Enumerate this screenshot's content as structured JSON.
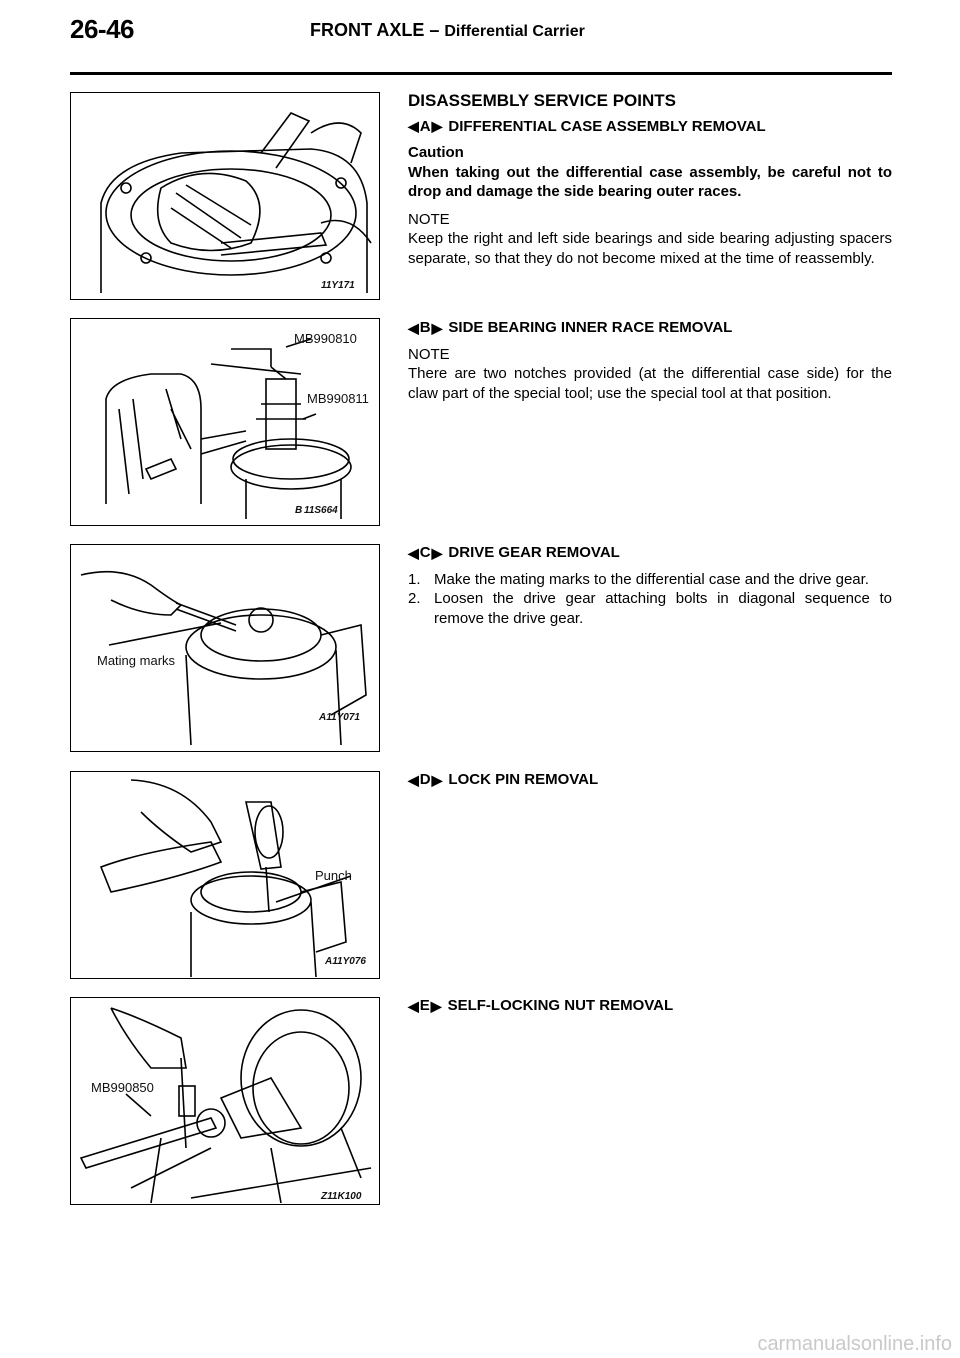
{
  "header": {
    "page_number": "26-46",
    "title": "FRONT AXLE",
    "dash": "–",
    "subtitle": "Differential Carrier"
  },
  "section_heading": "DISASSEMBLY SERVICE POINTS",
  "points": [
    {
      "letter": "A",
      "title": "DIFFERENTIAL CASE ASSEMBLY REMOVAL",
      "caution_label": "Caution",
      "caution_text": "When taking out the differential case assembly, be careful not to drop and damage the side bearing outer races.",
      "note_label": "NOTE",
      "note_text": "Keep the right and left side bearings and side bearing adjusting spacers separate, so that they do not become mixed at the time of reassembly."
    },
    {
      "letter": "B",
      "title": "SIDE BEARING INNER RACE REMOVAL",
      "note_label": "NOTE",
      "note_text": "There are two notches provided (at the differential case side) for the claw part of the special tool; use the special tool at that position."
    },
    {
      "letter": "C",
      "title": "DRIVE GEAR REMOVAL",
      "steps": [
        {
          "num": "1.",
          "text": "Make the mating marks to the differential case and the drive gear."
        },
        {
          "num": "2.",
          "text": "Loosen the drive gear attaching bolts in diagonal sequence to remove the drive gear."
        }
      ]
    },
    {
      "letter": "D",
      "title": "LOCK PIN REMOVAL"
    },
    {
      "letter": "E",
      "title": "SELF-LOCKING NUT REMOVAL"
    }
  ],
  "figures": [
    {
      "code": "11Y171",
      "labels": []
    },
    {
      "code": "11S664",
      "code_prefix": "B",
      "labels": [
        "MB990810",
        "MB990811"
      ]
    },
    {
      "code": "A11Y071",
      "labels": [
        "Mating marks"
      ]
    },
    {
      "code": "A11Y076",
      "labels": [
        "Punch"
      ]
    },
    {
      "code": "Z11K100",
      "labels": [
        "MB990850"
      ]
    }
  ],
  "watermark": "carmanualsonline.info"
}
